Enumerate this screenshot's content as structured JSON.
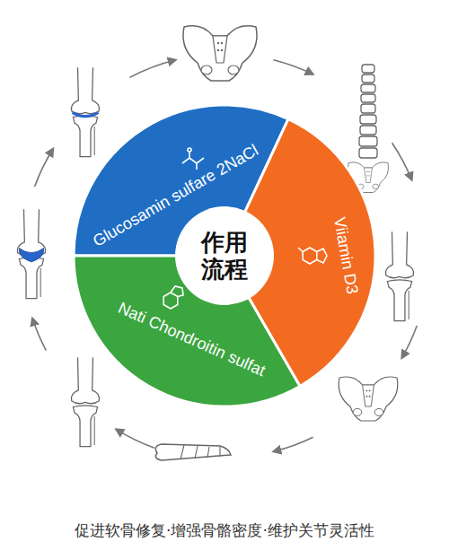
{
  "diagram": {
    "caption": "促进软骨修复·增强骨骼密度·维护关节灵活性",
    "nodes": [
      {
        "text": [
          "Glucosamin sulfare 2NaCl"
        ]
      },
      {
        "text": [
          "Viiamin D3"
        ]
      },
      {
        "text": [
          "Nati Chondroitin sulfat"
        ]
      },
      {
        "text": [
          "作用 流程"
        ]
      }
    ]
  }
}
